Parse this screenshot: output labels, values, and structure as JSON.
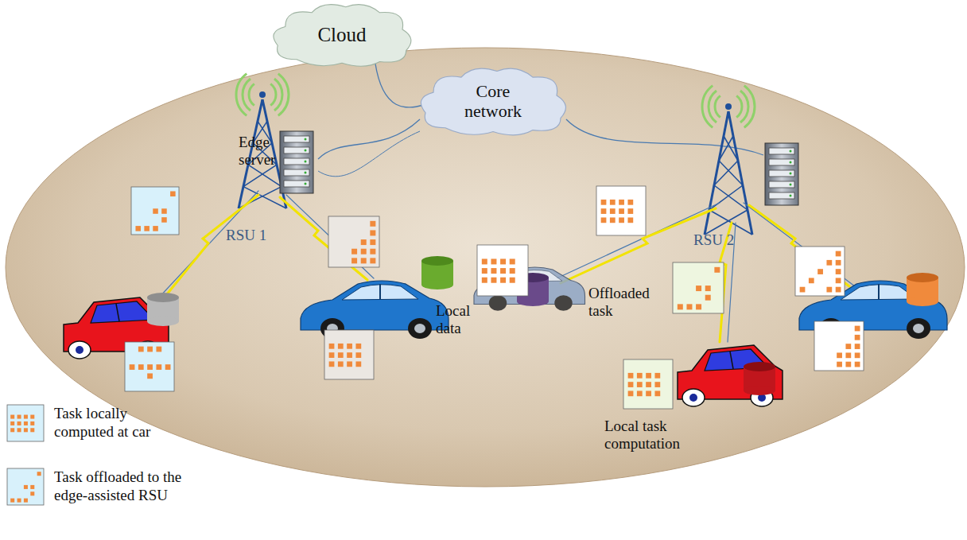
{
  "diagram": {
    "nodes": [
      {
        "text": [
          "Cloud"
        ]
      },
      {
        "text": [
          "Core network"
        ]
      }
    ],
    "edges": [
      {
        "from": 0,
        "to": 1,
        "arrow": "none"
      }
    ],
    "labels": [
      "Edge server",
      "RSU 1",
      "RSU 2",
      "Local data",
      "Offloaded task",
      "Local task computation"
    ],
    "legend": [
      {
        "text": "Task locally computed at car"
      },
      {
        "text": "Task offloaded to the edge-assisted RSU"
      }
    ]
  }
}
